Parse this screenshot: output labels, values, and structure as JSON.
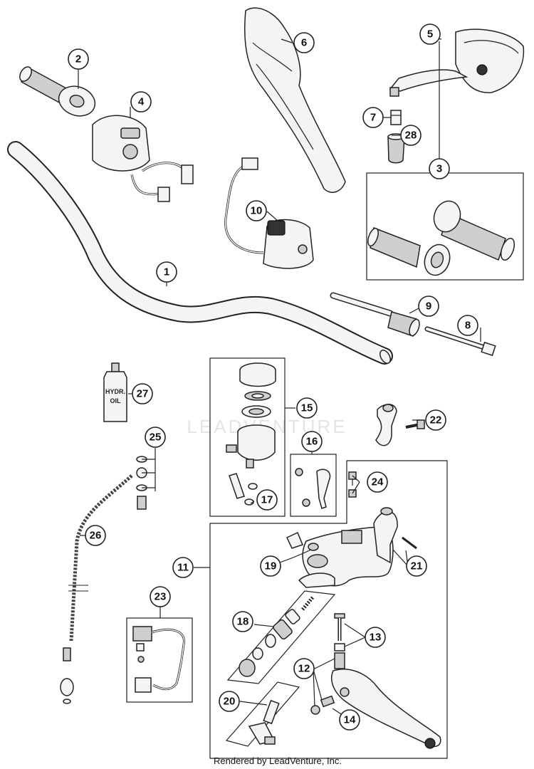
{
  "watermark": "LEADVENTURE",
  "footer": "Rendered by LeadVenture, Inc.",
  "oil_bottle_label": [
    "HYDR.",
    "OIL"
  ],
  "callouts": [
    "1",
    "2",
    "3",
    "4",
    "5",
    "6",
    "7",
    "8",
    "9",
    "10",
    "11",
    "12",
    "13",
    "14",
    "15",
    "16",
    "17",
    "18",
    "19",
    "20",
    "21",
    "22",
    "23",
    "24",
    "25",
    "26",
    "27",
    "28"
  ]
}
